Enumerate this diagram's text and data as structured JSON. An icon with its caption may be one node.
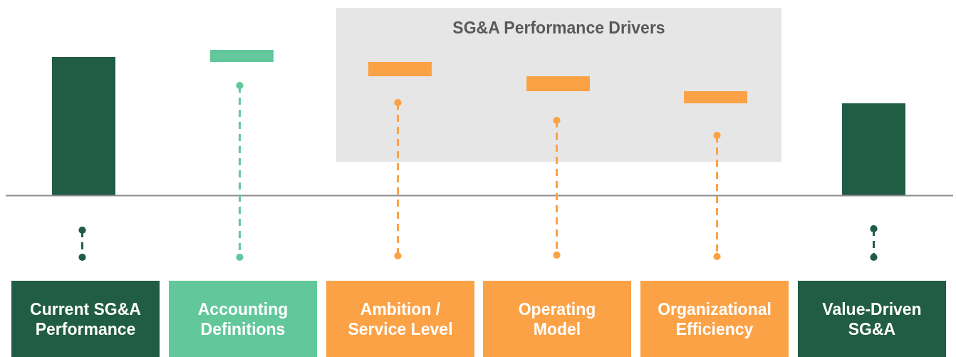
{
  "diagram": {
    "nodes": [
      {
        "text": [
          "SG&A Performance Drivers"
        ]
      },
      {
        "text": [],
        "shape": "bar"
      },
      {
        "text": [],
        "shape": "bar"
      },
      {
        "text": [],
        "shape": "bar",
        "in": 0
      },
      {
        "text": [],
        "shape": "bar",
        "in": 0
      },
      {
        "text": [],
        "shape": "bar",
        "in": 0
      },
      {
        "text": [],
        "shape": "bar"
      },
      {
        "text": [
          "Current SG&A Performance"
        ]
      },
      {
        "text": [
          "Accounting Definitions"
        ]
      },
      {
        "text": [
          "Ambition / Service Level"
        ]
      },
      {
        "text": [
          "Operating Model"
        ]
      },
      {
        "text": [
          "Organizational Efficiency"
        ]
      },
      {
        "text": [
          "Value-Driven SG&A"
        ]
      }
    ],
    "edges": [
      {
        "from": 1,
        "to": 7,
        "arrow": "other",
        "style": "dashed",
        "color": "#215c45"
      },
      {
        "from": 2,
        "to": 8,
        "arrow": "other",
        "style": "dashed",
        "color": "#62c89b"
      },
      {
        "from": 3,
        "to": 9,
        "arrow": "other",
        "style": "dashed"
      },
      {
        "from": 4,
        "to": 10,
        "arrow": "other",
        "style": "dashed"
      },
      {
        "from": 5,
        "to": 11,
        "arrow": "other",
        "style": "dashed"
      },
      {
        "from": 6,
        "to": 12,
        "arrow": "other",
        "style": "dashed",
        "color": "#215c45"
      }
    ]
  }
}
